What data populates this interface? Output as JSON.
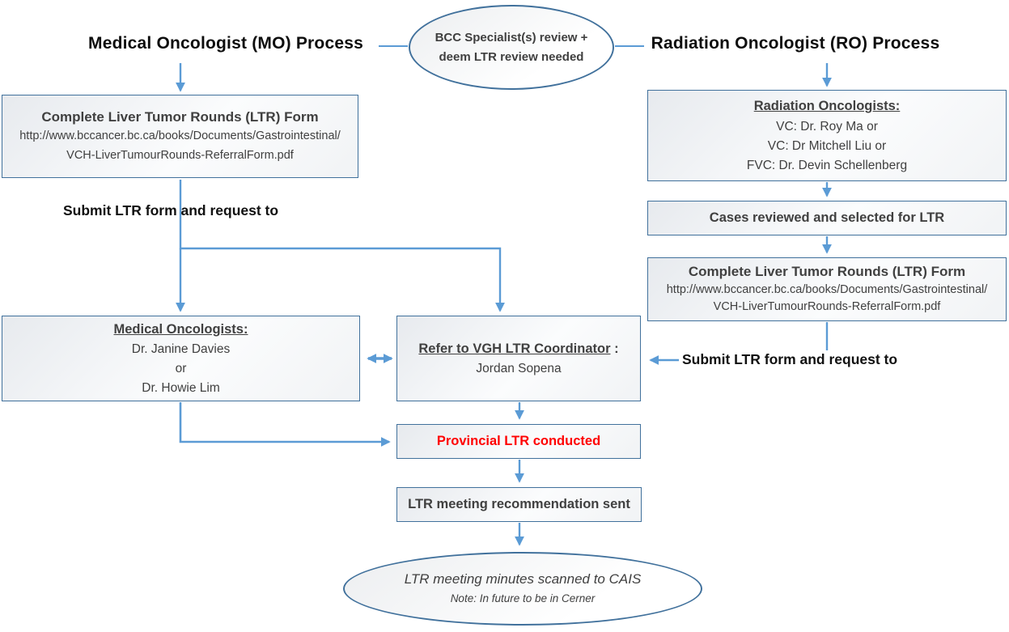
{
  "colors": {
    "arrow_blue": "#5b9bd5",
    "box_border_blue": "#41719c",
    "text_dark": "#404040",
    "alert_red": "#ff0000"
  },
  "top_ellipse": {
    "text": "BCC Specialist(s) review + deem LTR review needed"
  },
  "mo": {
    "title": "Medical Oncologist (MO) Process",
    "form_box": {
      "title": "Complete Liver Tumor Rounds (LTR) Form",
      "url_line1": "http://www.bccancer.bc.ca/books/Documents/Gastrointestinal/",
      "url_line2": "VCH-LiverTumourRounds-ReferralForm.pdf"
    },
    "submit_label": "Submit LTR form and request to",
    "oncologists_box": {
      "heading": "Medical Oncologists:",
      "lines": [
        "Dr. Janine Davies",
        "or",
        "Dr. Howie Lim"
      ]
    }
  },
  "ro": {
    "title": "Radiation Oncologist (RO) Process",
    "oncologists_box": {
      "heading": "Radiation Oncologists:",
      "lines": [
        "VC: Dr. Roy Ma or",
        "VC: Dr Mitchell Liu or",
        "FVC: Dr. Devin Schellenberg"
      ]
    },
    "cases_box_label": "Cases reviewed and selected for LTR",
    "form_box": {
      "title": "Complete Liver Tumor Rounds (LTR) Form",
      "url_line1": "http://www.bccancer.bc.ca/books/Documents/Gastrointestinal/",
      "url_line2": "VCH-LiverTumourRounds-ReferralForm.pdf"
    },
    "submit_label": "Submit LTR form and request to"
  },
  "center": {
    "coordinator_box": {
      "heading": "Refer to VGH LTR Coordinator",
      "heading_colon": " :",
      "name": "Jordan Sopena"
    },
    "provincial_box_label": "Provincial LTR conducted",
    "recommendation_box_label": "LTR meeting recommendation sent",
    "final_ellipse": {
      "line1": "LTR meeting minutes scanned to CAIS",
      "line2": "Note: In future to be in Cerner"
    }
  }
}
